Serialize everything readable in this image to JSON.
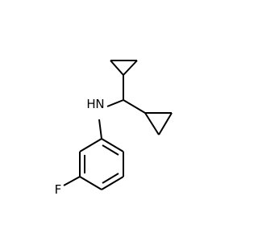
{
  "molecule": {
    "atoms": {
      "nitrogen": {
        "label": "N",
        "hydrogen": "H"
      },
      "fluorine": {
        "label": "F"
      }
    },
    "colors": {
      "bond": "#000000",
      "label": "#000000",
      "background": "#ffffff"
    }
  }
}
